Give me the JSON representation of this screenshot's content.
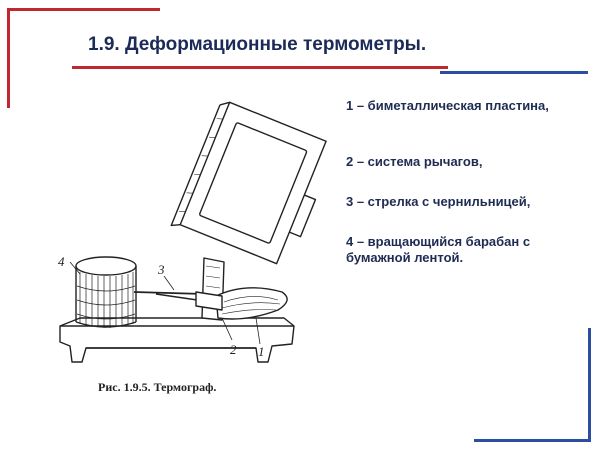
{
  "slide": {
    "title": "1.9. Деформационные термометры.",
    "legend": [
      "1 – биметаллическая пластина,",
      "2 – система рычагов,",
      "3 – стрелка с чернильницей,",
      "4 – вращающийся барабан с бумажной лентой."
    ],
    "figure_labels": [
      "4",
      "3",
      "2",
      "1"
    ],
    "caption": "Рис. 1.9.5. Термограф."
  },
  "colors": {
    "accent_red": "#c0282d",
    "accent_blue": "#2b4f9e",
    "title_text": "#1b2a57"
  }
}
